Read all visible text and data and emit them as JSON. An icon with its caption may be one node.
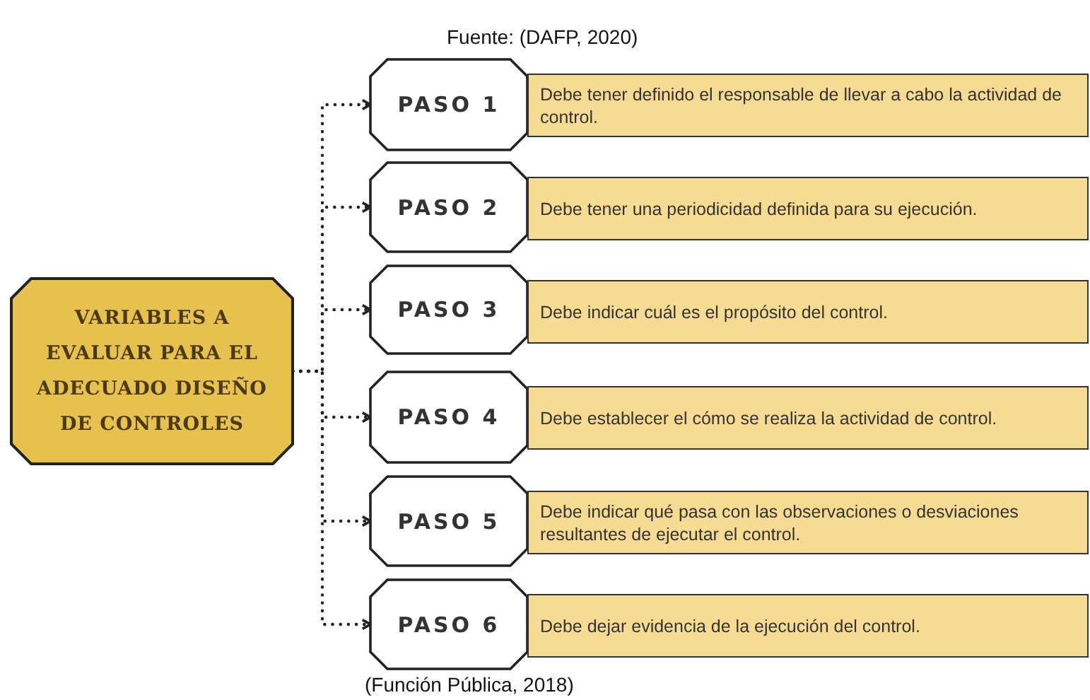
{
  "diagram": {
    "title": "Fuente: (DAFP, 2020)",
    "caption": "(Función Pública, 2018)",
    "nodes": [
      {
        "text": [
          "VARIABLES A EVALUAR PARA EL ADECUADO DISEÑO DE CONTROLES"
        ]
      },
      {
        "text": [
          "PASO 1"
        ]
      },
      {
        "text": [
          "Debe tener definido el responsable de llevar a cabo la actividad de control."
        ]
      },
      {
        "text": [
          "PASO 2"
        ]
      },
      {
        "text": [
          "Debe tener una periodicidad definida para su ejecución."
        ]
      },
      {
        "text": [
          "PASO 3"
        ]
      },
      {
        "text": [
          "Debe indicar cuál es el propósito del control."
        ]
      },
      {
        "text": [
          "PASO 4"
        ]
      },
      {
        "text": [
          "Debe establecer el cómo se realiza la actividad de control."
        ]
      },
      {
        "text": [
          "PASO 5"
        ]
      },
      {
        "text": [
          "Debe indicar qué pasa con las observaciones o desviaciones resultantes de ejecutar el control."
        ]
      },
      {
        "text": [
          "PASO 6"
        ]
      },
      {
        "text": [
          "Debe dejar evidencia de la ejecución del control."
        ]
      }
    ],
    "edges": [
      {
        "from": 0,
        "to": 1,
        "arrow": "to",
        "style": "dashed"
      },
      {
        "from": 0,
        "to": 3,
        "arrow": "to",
        "style": "dashed"
      },
      {
        "from": 0,
        "to": 5,
        "arrow": "to",
        "style": "dashed"
      },
      {
        "from": 0,
        "to": 7,
        "arrow": "to",
        "style": "dashed"
      },
      {
        "from": 0,
        "to": 9,
        "arrow": "to",
        "style": "dashed"
      },
      {
        "from": 0,
        "to": 11,
        "arrow": "to",
        "style": "dashed"
      }
    ]
  }
}
